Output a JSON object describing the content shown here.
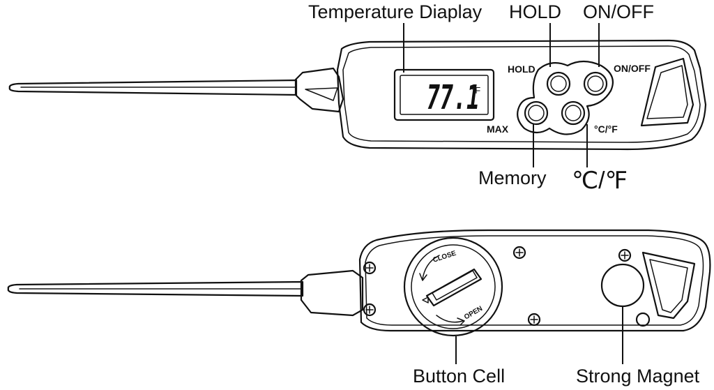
{
  "front_view": {
    "display_reading": "77.1",
    "display_unit": "°F",
    "silkscreen": {
      "hold": "HOLD",
      "on_off": "ON/OFF",
      "max": "MAX",
      "unit_toggle": "°C/°F"
    },
    "callouts": {
      "temperature_display": "Temperature Diaplay",
      "hold": "HOLD",
      "on_off": "ON/OFF",
      "memory": "Memory",
      "unit_toggle": "℃/℉"
    }
  },
  "back_view": {
    "battery_cover": {
      "close": "CLOSE",
      "open": "OPEN"
    },
    "callouts": {
      "button_cell": "Button Cell",
      "strong_magnet": "Strong Magnet"
    }
  },
  "colors": {
    "line": "#111111",
    "background": "#ffffff"
  }
}
